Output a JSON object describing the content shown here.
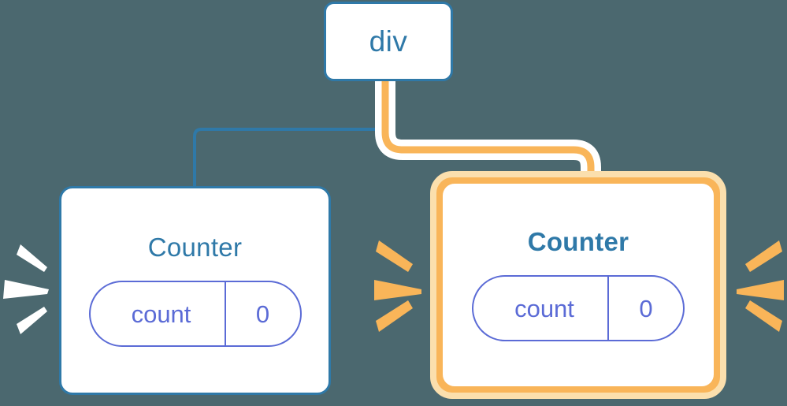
{
  "diagram": {
    "title_semantic": "component-tree-re-render",
    "background_color": "#4b686f",
    "colors": {
      "blue": "#2f79a8",
      "orange": "#f9b559",
      "orange_light": "#fbdfad",
      "indigo": "#5b6bd6",
      "white": "#ffffff"
    }
  },
  "root": {
    "label": "div"
  },
  "children": [
    {
      "id": "counter-left",
      "title": "Counter",
      "highlighted": false,
      "state": {
        "key": "count",
        "value": "0"
      },
      "edge": {
        "from": "div",
        "color": "#2f79a8",
        "style": "thin"
      },
      "burst_color": "#ffffff"
    },
    {
      "id": "counter-right",
      "title": "Counter",
      "highlighted": true,
      "state": {
        "key": "count",
        "value": "0"
      },
      "edge": {
        "from": "div",
        "color": "#f9b559",
        "style": "thick-halo"
      },
      "burst_color": "#f9b559"
    }
  ],
  "bursts": [
    {
      "name": "burst-left",
      "color": "#ffffff",
      "direction": "left"
    },
    {
      "name": "burst-mid",
      "color": "#f9b559",
      "direction": "right"
    },
    {
      "name": "burst-right",
      "color": "#f9b559",
      "direction": "left"
    }
  ]
}
